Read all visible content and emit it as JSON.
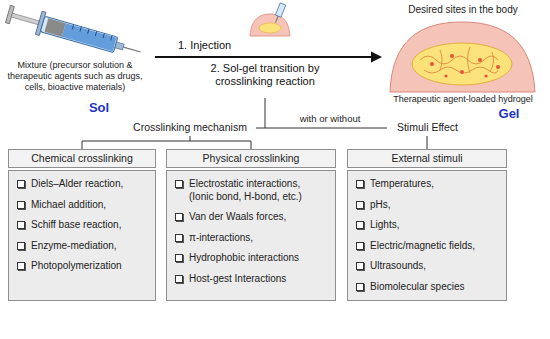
{
  "diagram": {
    "nodes": [
      {
        "text": [
          "Chemical crosslinking",
          "Diels–Alder reaction,",
          "Michael addition,",
          "Schiff base reaction,",
          "Enzyme-mediation,",
          "Photopolymerization"
        ]
      },
      {
        "text": [
          "Physical crosslinking",
          "Electrostatic interactions, (Ionic bond, H-bond, etc.)",
          "Van der Waals forces,",
          "π-interactions,",
          "Hydrophobic interactions",
          "Host-gest Interactions"
        ]
      },
      {
        "text": [
          "External stimuli",
          "Temperatures,",
          "pHs,",
          "Lights,",
          "Electric/magnetic fields,",
          "Ultrasounds,",
          "Biomolecular species"
        ]
      }
    ],
    "labels": [
      "Mixture (precursor solution & therapeutic agents such as drugs, cells, bioactive materials)",
      "Sol",
      "1. Injection",
      "2. Sol-gel transition by crosslinking reaction",
      "Desired sites in the body",
      "Therapeutic agent-loaded hydrogel",
      "Gel",
      "with or without",
      "Crosslinking mechanism",
      "Stimuli Effect"
    ]
  }
}
